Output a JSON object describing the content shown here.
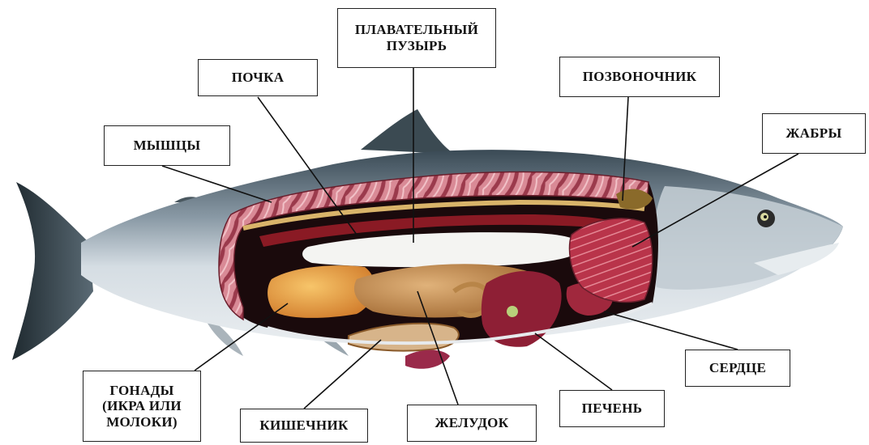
{
  "labels": {
    "swim_bladder": [
      "ПЛАВАТЕЛЬНЫЙ",
      "ПУЗЫРЬ"
    ],
    "kidney": "ПОЧКА",
    "spine": "ПОЗВОНОЧНИК",
    "muscles": "МЫШЦЫ",
    "gills": "ЖАБРЫ",
    "heart": "СЕРДЦЕ",
    "liver": "ПЕЧЕНЬ",
    "stomach": "ЖЕЛУДОК",
    "intestine": "КИШЕЧНИК",
    "gonads": [
      "ГОНАДЫ",
      "(ИКРА ИЛИ",
      "МОЛОКИ)"
    ]
  },
  "colors": {
    "body_silver": "#c9d3dc",
    "back_dark": "#3e4e57",
    "muscle": "#c96a7a",
    "bladder": "#f4f4f2",
    "gills": "#b8354a",
    "liver": "#8e1f35",
    "stomach": "#c49155",
    "gonads": "#e8a347"
  }
}
